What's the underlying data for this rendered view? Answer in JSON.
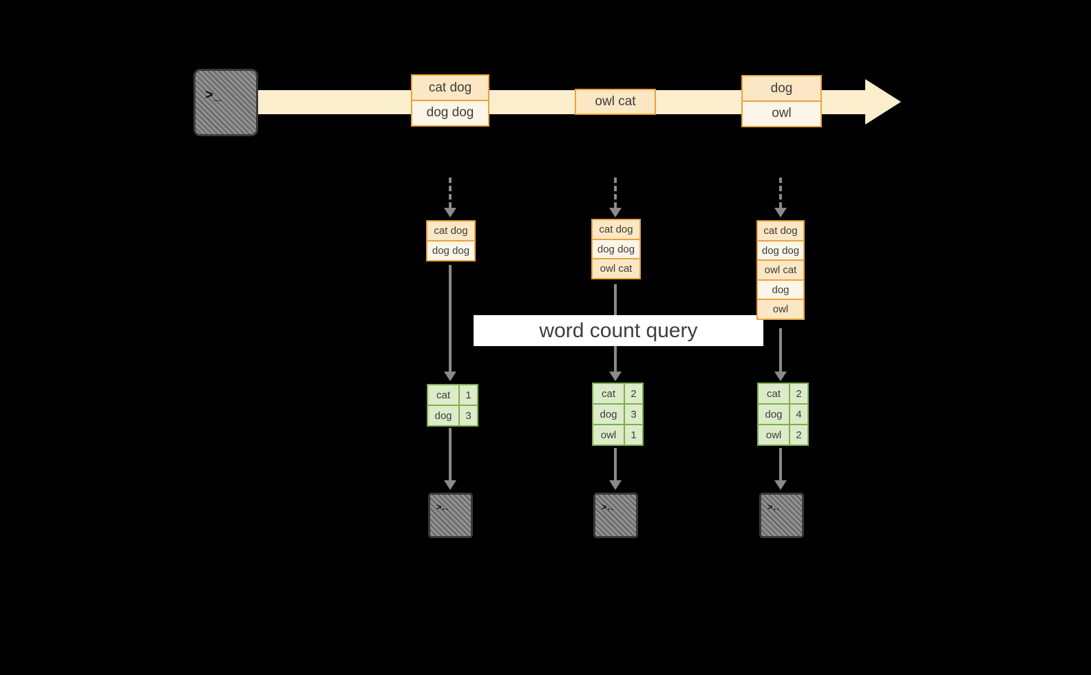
{
  "colors": {
    "background": "#000000",
    "stream_band": "#fbeecd",
    "record_border": "#e9a23b",
    "record_fill_dark": "#fbe7c4",
    "record_fill_light": "#fdf6e8",
    "result_border": "#7fae4d",
    "result_fill": "#dcebc9",
    "arrow": "#8a8a8a",
    "banner_background": "#ffffff",
    "text": "#3c3c3c"
  },
  "source_terminal": {
    "prompt": ">_"
  },
  "stream": {
    "groups": [
      {
        "records": [
          "cat dog",
          "dog dog"
        ]
      },
      {
        "records": [
          "owl cat"
        ]
      },
      {
        "records": [
          "dog",
          "owl"
        ]
      }
    ]
  },
  "query_banner": {
    "label": "word count query"
  },
  "pipelines": [
    {
      "input_records": [
        "cat dog",
        "dog dog"
      ],
      "results": [
        {
          "word": "cat",
          "count": "1"
        },
        {
          "word": "dog",
          "count": "3"
        }
      ],
      "output_prompt": ">.."
    },
    {
      "input_records": [
        "cat dog",
        "dog dog",
        "owl cat"
      ],
      "results": [
        {
          "word": "cat",
          "count": "2"
        },
        {
          "word": "dog",
          "count": "3"
        },
        {
          "word": "owl",
          "count": "1"
        }
      ],
      "output_prompt": ">.."
    },
    {
      "input_records": [
        "cat dog",
        "dog dog",
        "owl cat",
        "dog",
        "owl"
      ],
      "results": [
        {
          "word": "cat",
          "count": "2"
        },
        {
          "word": "dog",
          "count": "4"
        },
        {
          "word": "owl",
          "count": "2"
        }
      ],
      "output_prompt": ">.."
    }
  ]
}
